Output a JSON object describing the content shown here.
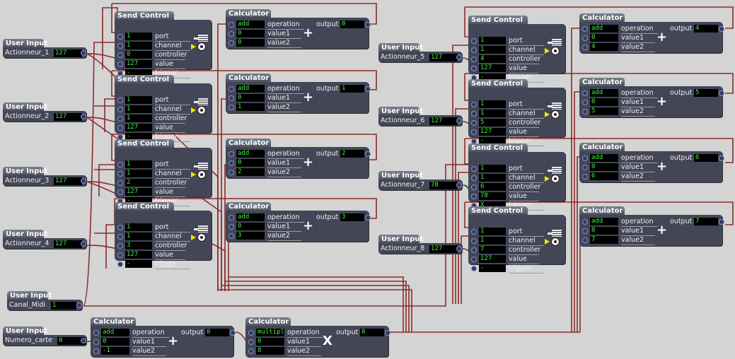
{
  "send_controls": [
    {
      "title": "Send Control",
      "rows": [
        {
          "value": "1",
          "label": "port"
        },
        {
          "value": "1",
          "label": "channel"
        },
        {
          "value": "0",
          "label": "controller"
        },
        {
          "value": "127",
          "label": "value"
        },
        {
          "value": "-",
          "label": "trigger"
        }
      ]
    },
    {
      "title": "Send Control",
      "rows": [
        {
          "value": "1",
          "label": "port"
        },
        {
          "value": "1",
          "label": "channel"
        },
        {
          "value": "1",
          "label": "controller"
        },
        {
          "value": "127",
          "label": "value"
        },
        {
          "value": "-",
          "label": "trigger"
        }
      ]
    },
    {
      "title": "Send Control",
      "rows": [
        {
          "value": "1",
          "label": "port"
        },
        {
          "value": "1",
          "label": "channel"
        },
        {
          "value": "2",
          "label": "controller"
        },
        {
          "value": "127",
          "label": "value"
        },
        {
          "value": "-",
          "label": "trigger"
        }
      ]
    },
    {
      "title": "Send Control",
      "rows": [
        {
          "value": "1",
          "label": "port"
        },
        {
          "value": "1",
          "label": "channel"
        },
        {
          "value": "3",
          "label": "controller"
        },
        {
          "value": "127",
          "label": "value"
        },
        {
          "value": "-",
          "label": "trigger"
        }
      ]
    },
    {
      "title": "Send Control",
      "rows": [
        {
          "value": "1",
          "label": "port"
        },
        {
          "value": "1",
          "label": "channel"
        },
        {
          "value": "4",
          "label": "controller"
        },
        {
          "value": "127",
          "label": "value"
        },
        {
          "value": "-",
          "label": "trigger"
        }
      ]
    },
    {
      "title": "Send Control",
      "rows": [
        {
          "value": "1",
          "label": "port"
        },
        {
          "value": "1",
          "label": "channel"
        },
        {
          "value": "5",
          "label": "controller"
        },
        {
          "value": "127",
          "label": "value"
        },
        {
          "value": "-",
          "label": "trigger"
        }
      ]
    },
    {
      "title": "Send Control",
      "rows": [
        {
          "value": "1",
          "label": "port"
        },
        {
          "value": "1",
          "label": "channel"
        },
        {
          "value": "6",
          "label": "controller"
        },
        {
          "value": "78",
          "label": "value"
        },
        {
          "value": "X",
          "label": "trigger"
        }
      ]
    },
    {
      "title": "Send Control",
      "rows": [
        {
          "value": "1",
          "label": "port"
        },
        {
          "value": "1",
          "label": "channel"
        },
        {
          "value": "7",
          "label": "controller"
        },
        {
          "value": "127",
          "label": "value"
        },
        {
          "value": "-",
          "label": "trigger"
        }
      ]
    }
  ],
  "calculators": [
    {
      "title": "Calculator",
      "operation": "add",
      "operation_label": "operation",
      "output_label": "output",
      "output": "0",
      "value1": "0",
      "value1_label": "value1",
      "value2": "0",
      "value2_label": "value2",
      "symbol": "+"
    },
    {
      "title": "Calculator",
      "operation": "add",
      "operation_label": "operation",
      "output_label": "output",
      "output": "1",
      "value1": "0",
      "value1_label": "value1",
      "value2": "1",
      "value2_label": "value2",
      "symbol": "+"
    },
    {
      "title": "Calculator",
      "operation": "add",
      "operation_label": "operation",
      "output_label": "output",
      "output": "2",
      "value1": "0",
      "value1_label": "value1",
      "value2": "2",
      "value2_label": "value2",
      "symbol": "+"
    },
    {
      "title": "Calculator",
      "operation": "add",
      "operation_label": "operation",
      "output_label": "output",
      "output": "3",
      "value1": "0",
      "value1_label": "value1",
      "value2": "3",
      "value2_label": "value2",
      "symbol": "+"
    },
    {
      "title": "Calculator",
      "operation": "add",
      "operation_label": "operation",
      "output_label": "output",
      "output": "4",
      "value1": "0",
      "value1_label": "value1",
      "value2": "4",
      "value2_label": "value2",
      "symbol": "+"
    },
    {
      "title": "Calculator",
      "operation": "add",
      "operation_label": "operation",
      "output_label": "output",
      "output": "5",
      "value1": "0",
      "value1_label": "value1",
      "value2": "5",
      "value2_label": "value2",
      "symbol": "+"
    },
    {
      "title": "Calculator",
      "operation": "add",
      "operation_label": "operation",
      "output_label": "output",
      "output": "6",
      "value1": "0",
      "value1_label": "value1",
      "value2": "6",
      "value2_label": "value2",
      "symbol": "+"
    },
    {
      "title": "Calculator",
      "operation": "add",
      "operation_label": "operation",
      "output_label": "output",
      "output": "7",
      "value1": "0",
      "value1_label": "value1",
      "value2": "7",
      "value2_label": "value2",
      "symbol": "+"
    },
    {
      "title": "Calculator",
      "operation": "add",
      "operation_label": "operation",
      "output_label": "output",
      "output": "0",
      "value1": "0",
      "value1_label": "value1",
      "value2": "-1",
      "value2_label": "value2",
      "symbol": "+"
    },
    {
      "title": "Calculator",
      "operation": "multiply",
      "operation_label": "operation",
      "output_label": "output",
      "output": "0",
      "value1": "0",
      "value1_label": "value1",
      "value2": "8",
      "value2_label": "value2",
      "symbol": "X"
    }
  ],
  "user_inputs": [
    {
      "title": "User Input",
      "name": "Actionneur_1",
      "value": "127"
    },
    {
      "title": "User Input",
      "name": "Actionneur_2",
      "value": "127"
    },
    {
      "title": "User Input",
      "name": "Actionneur_3",
      "value": "127"
    },
    {
      "title": "User Input",
      "name": "Actionneur_4",
      "value": "127"
    },
    {
      "title": "User Input",
      "name": "Actionneur_5",
      "value": "127"
    },
    {
      "title": "User Input",
      "name": "Actionneur_6",
      "value": "127"
    },
    {
      "title": "User Input",
      "name": "Actionneur_7",
      "value": "78"
    },
    {
      "title": "User Input",
      "name": "Actionneur_8",
      "value": "127"
    },
    {
      "title": "User Input",
      "name": "Canal_Midi",
      "value": "1"
    },
    {
      "title": "User Input",
      "name": "Numero_carte",
      "value": "0"
    }
  ],
  "colors": {
    "wire": "#8b2b2b",
    "active_wire": "#1e7a2e",
    "node_body": "#434656",
    "value_text": "#3cf53c",
    "canvas": "#d4d4d4"
  }
}
